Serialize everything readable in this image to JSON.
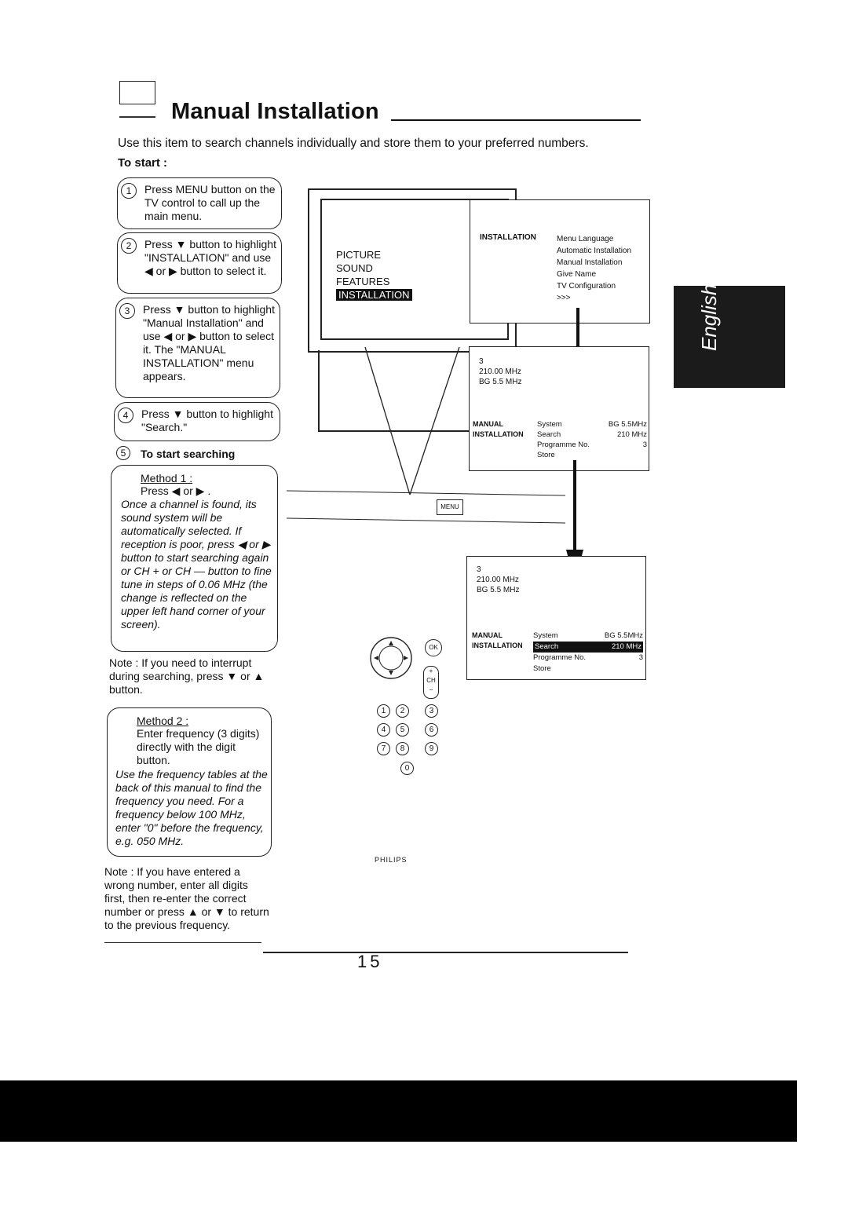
{
  "page": {
    "title": "Manual Installation",
    "intro": "Use this item to search channels individually and store them to your preferred numbers.",
    "to_start": "To start :",
    "page_number": "15",
    "side_tab": "English"
  },
  "steps": [
    {
      "num": "1",
      "text": "Press MENU button on the TV control to call up the main menu."
    },
    {
      "num": "2",
      "text": "Press ▼ button to highlight \"INSTALLATION\" and use ◀ or ▶ button to select it."
    },
    {
      "num": "3",
      "text": "Press ▼ button to highlight \"Manual Installation\" and use ◀ or ▶ button to select it. The \"MANUAL INSTALLATION\" menu appears."
    },
    {
      "num": "4",
      "text": "Press ▼ button to highlight \"Search.\""
    },
    {
      "num": "5",
      "text": "To start searching"
    }
  ],
  "method1": {
    "heading": "Method 1 :",
    "line1": "Press ◀ or ▶ .",
    "italic": "Once a channel is found, its sound system will be automatically selected. If reception is poor, press ◀ or ▶ button to start searching again or CH + or CH — button to fine tune in steps of 0.06 MHz (the change is reflected on the upper left hand corner of your screen)."
  },
  "note1": "Note : If you need to interrupt during searching, press ▼ or ▲ button.",
  "method2": {
    "heading": "Method 2 :",
    "line1": "Enter frequency (3 digits) directly with the digit button.",
    "italic": "Use the frequency tables at the back of this manual to find the frequency you need. For a frequency below 100 MHz, enter \"0\" before the frequency, e.g. 050 MHz."
  },
  "note2": "Note : If you have entered a wrong number, enter all digits first, then re-enter the correct number or press ▲ or ▼ to return to the previous frequency.",
  "tv_main_menu": [
    "PICTURE",
    "SOUND",
    "FEATURES",
    "INSTALLATION"
  ],
  "installation_panel": {
    "header": "INSTALLATION",
    "items": [
      "Menu Language",
      "Automatic Installation",
      "Manual Installation",
      "Give Name",
      "TV Configuration",
      ">>>"
    ]
  },
  "osd1": {
    "prog": "3",
    "freq": "210.00 MHz",
    "sys": "BG 5.5 MHz"
  },
  "manual_panel1": {
    "header1": "MANUAL",
    "header2": "INSTALLATION",
    "rows": [
      {
        "label": "System",
        "value": "BG 5.5MHz"
      },
      {
        "label": "Search",
        "value": "210 MHz"
      },
      {
        "label": "Programme No.",
        "value": "3"
      },
      {
        "label": "Store",
        "value": ""
      }
    ]
  },
  "osd2": {
    "prog": "3",
    "freq": "210.00 MHz",
    "sys": "BG 5.5 MHz"
  },
  "manual_panel2": {
    "header1": "MANUAL",
    "header2": "INSTALLATION",
    "rows": [
      {
        "label": "System",
        "value": "BG 5.5MHz"
      },
      {
        "label": "Search",
        "value": "210 MHz"
      },
      {
        "label": "Programme No.",
        "value": "3"
      },
      {
        "label": "Store",
        "value": ""
      }
    ]
  },
  "tv_control": {
    "menu_label": "MENU"
  },
  "remote": {
    "ok_label": "OK",
    "ch_label": "CH",
    "plus": "+",
    "minus": "−",
    "digits": [
      "1",
      "2",
      "3",
      "4",
      "5",
      "6",
      "7",
      "8",
      "9",
      "0"
    ],
    "brand": "PHILIPS"
  }
}
